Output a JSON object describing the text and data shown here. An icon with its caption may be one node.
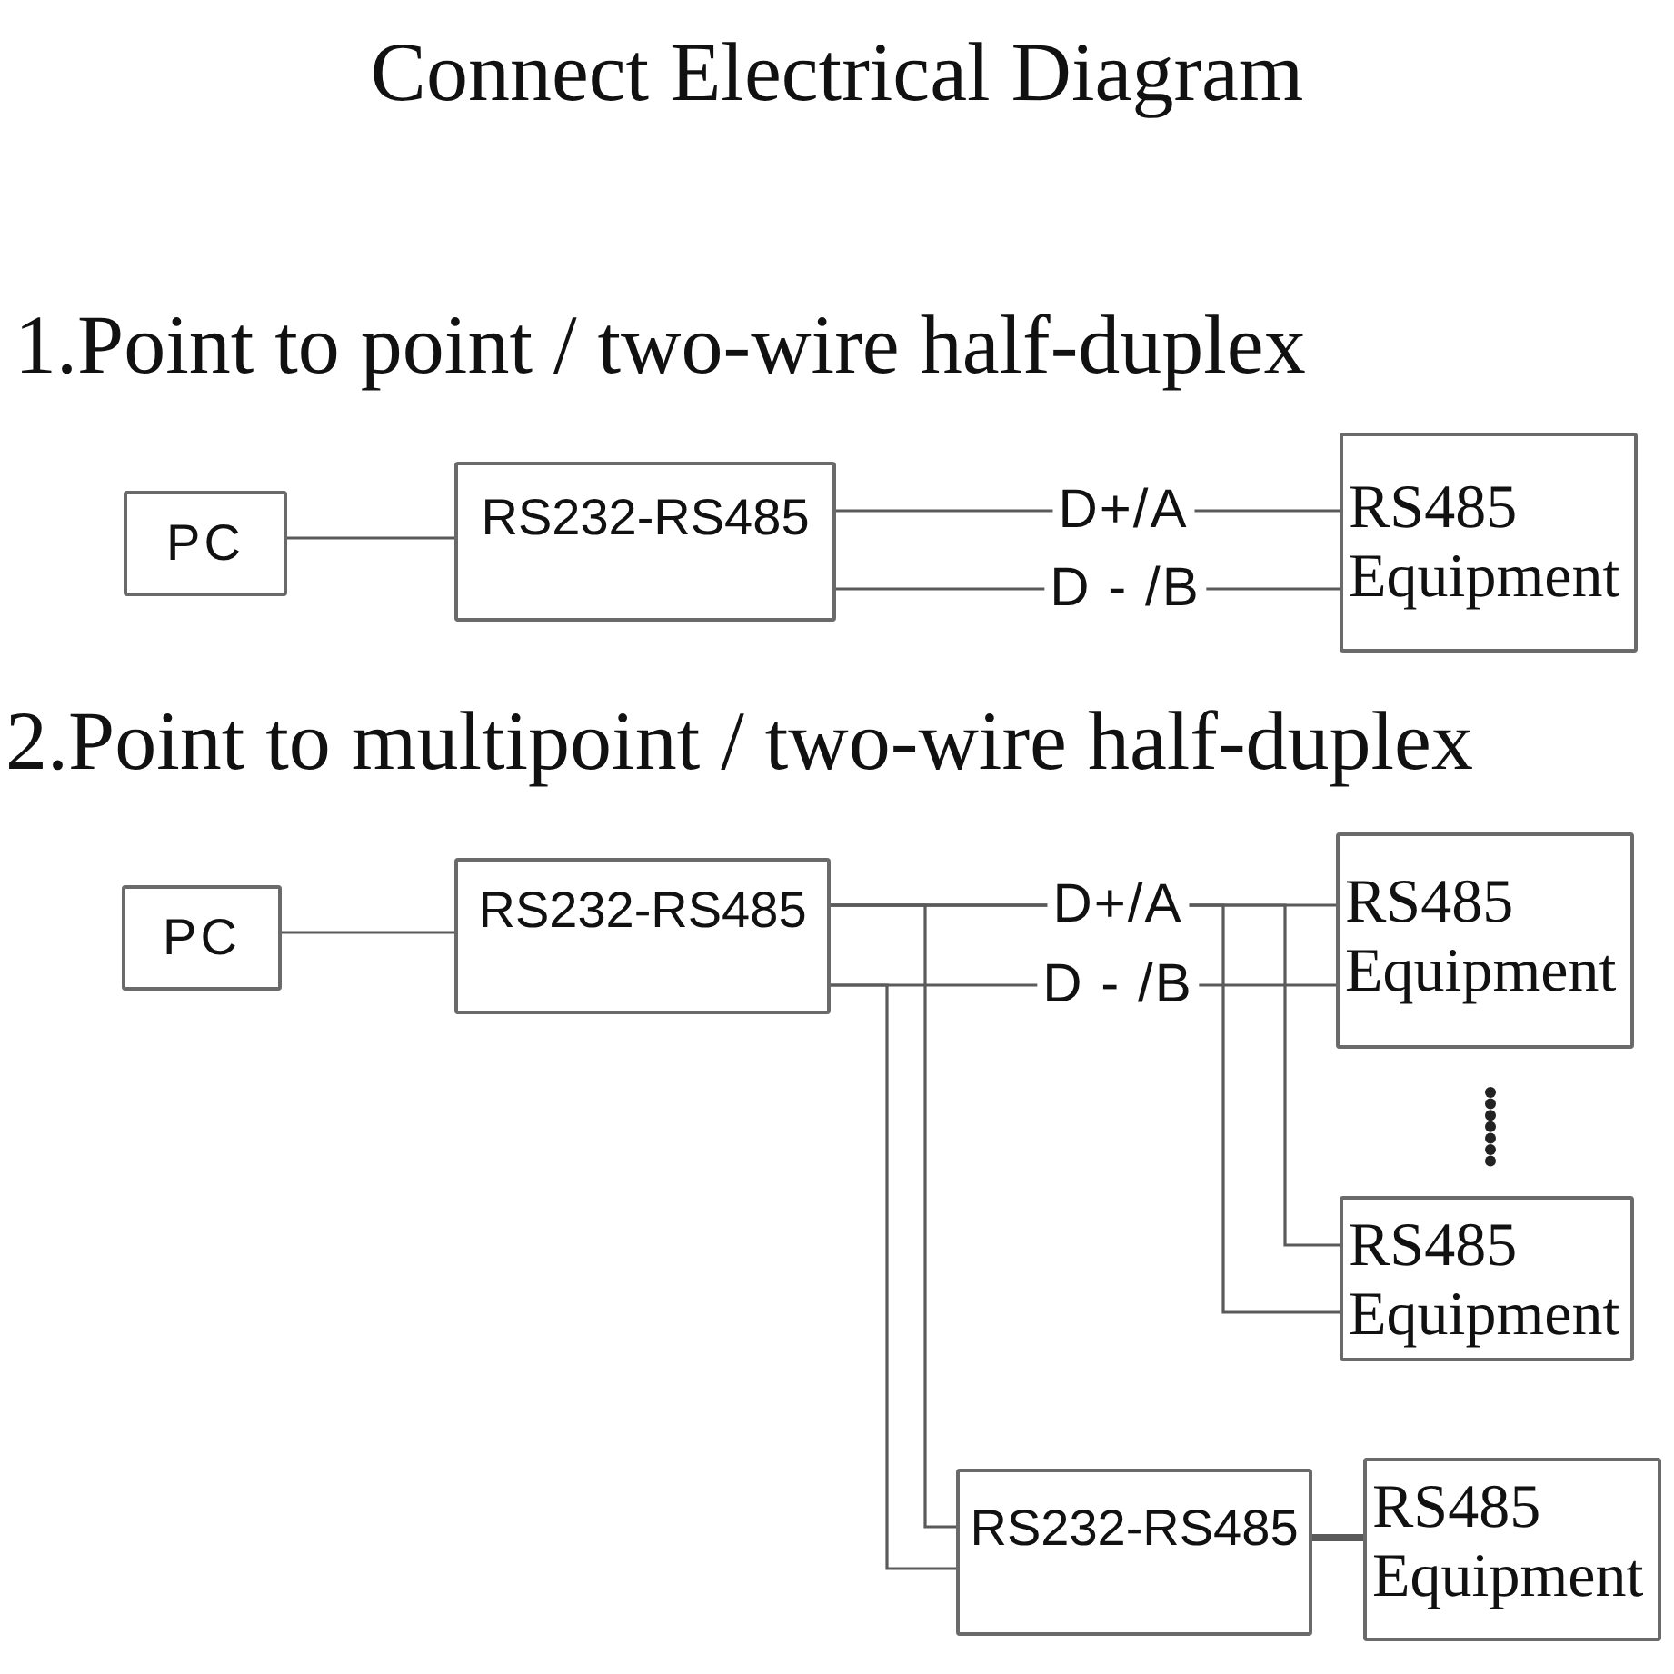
{
  "diagram": {
    "title": "Connect Electrical Diagram",
    "nodes": [
      {
        "text": [
          "PC"
        ]
      },
      {
        "text": [
          "RS232-RS485"
        ]
      },
      {
        "text": [
          "RS485 Equipment"
        ]
      },
      {
        "text": [
          "PC"
        ]
      },
      {
        "text": [
          "RS232-RS485"
        ]
      },
      {
        "text": [
          "RS485 Equipment"
        ]
      },
      {
        "text": [
          "RS485 Equipment"
        ]
      },
      {
        "text": [
          "RS232-RS485"
        ]
      },
      {
        "text": [
          "RS485 Equipment"
        ]
      }
    ],
    "edges": [
      {
        "from": 0,
        "to": 1,
        "arrow": "none"
      },
      {
        "from": 1,
        "to": 2,
        "arrow": "none",
        "label": "D+/A"
      },
      {
        "from": 1,
        "to": 2,
        "arrow": "none",
        "label": "D - /B"
      },
      {
        "from": 3,
        "to": 4,
        "arrow": "none"
      },
      {
        "from": 4,
        "to": 5,
        "arrow": "none",
        "label": "D+/A"
      },
      {
        "from": 4,
        "to": 5,
        "arrow": "none",
        "label": "D - /B"
      },
      {
        "from": 4,
        "to": 6,
        "arrow": "none"
      },
      {
        "from": 4,
        "to": 6,
        "arrow": "none"
      },
      {
        "from": 4,
        "to": 7,
        "arrow": "none"
      },
      {
        "from": 4,
        "to": 7,
        "arrow": "none"
      },
      {
        "from": 7,
        "to": 8,
        "arrow": "none",
        "style": "thick"
      }
    ],
    "labels": [
      "1.Point to point / two-wire half-duplex",
      "2.Point to multipoint / two-wire half-duplex"
    ]
  }
}
